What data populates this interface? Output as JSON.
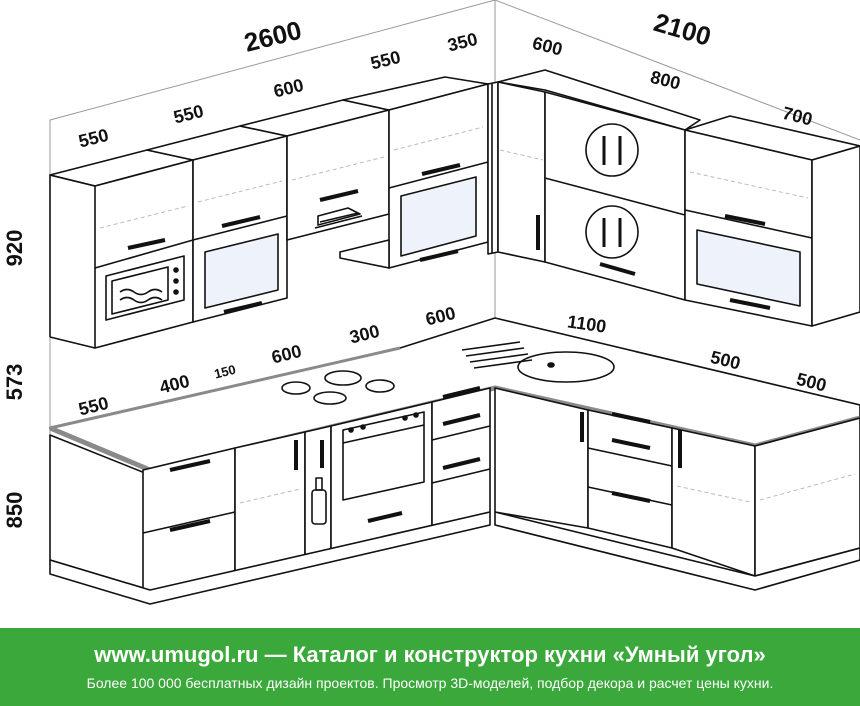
{
  "dimensions": {
    "top_left_total": "2600",
    "top_right_total": "2100",
    "upper_left": [
      "550",
      "550",
      "600",
      "550",
      "350"
    ],
    "upper_right": [
      "600",
      "800",
      "700"
    ],
    "heights": [
      "920",
      "573",
      "850"
    ],
    "counter_left": [
      "550",
      "400",
      "150",
      "600",
      "300",
      "600"
    ],
    "counter_right": [
      "1100",
      "500",
      "500"
    ]
  },
  "footer": {
    "headline": "www.umugol.ru — Каталог и конструктор кухни «Умный угол»",
    "subtext": "Более 100 000 бесплатных дизайн проектов. Просмотр 3D-моделей, подбор декора и расчет цены кухни."
  },
  "colors": {
    "footer_bg": "#3aa83a",
    "line": "#111111",
    "counter": "#8a8a8a",
    "glass": "#eef3fb"
  }
}
